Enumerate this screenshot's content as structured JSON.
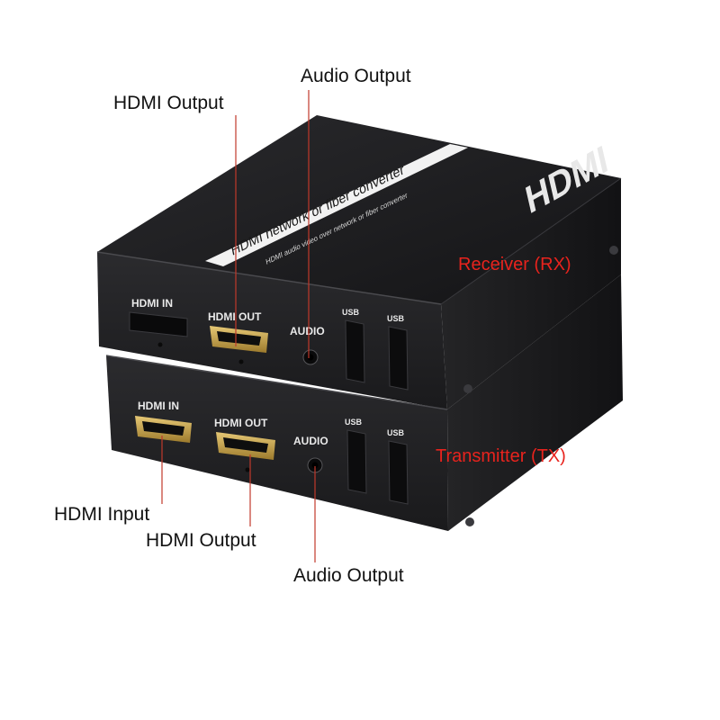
{
  "callouts": {
    "rx_hdmi_output": "HDMI Output",
    "rx_audio_output": "Audio Output",
    "tx_hdmi_input": "HDMI Input",
    "tx_hdmi_output": "HDMI Output",
    "tx_audio_output": "Audio Output"
  },
  "devices": {
    "receiver_label": "Receiver (RX)",
    "transmitter_label": "Transmitter (TX)"
  },
  "lid": {
    "line1": "HDMI network or fiber converter",
    "line2": "HDMI audio video over network or fiber converter",
    "logo": "HDMI"
  },
  "ports": {
    "rx_hdmi_in": "HDMI IN",
    "rx_hdmi_out": "HDMI OUT",
    "rx_audio": "AUDIO",
    "rx_usb_1": "USB",
    "rx_usb_2": "USB",
    "tx_hdmi_in": "HDMI IN",
    "tx_hdmi_out": "HDMI OUT",
    "tx_audio": "AUDIO",
    "tx_usb_1": "USB",
    "tx_usb_2": "USB"
  },
  "colors": {
    "label_red": "#e8231d",
    "leader_line": "#c0392b",
    "case": "#1f1f21",
    "port_gold": "#c9a24a"
  }
}
